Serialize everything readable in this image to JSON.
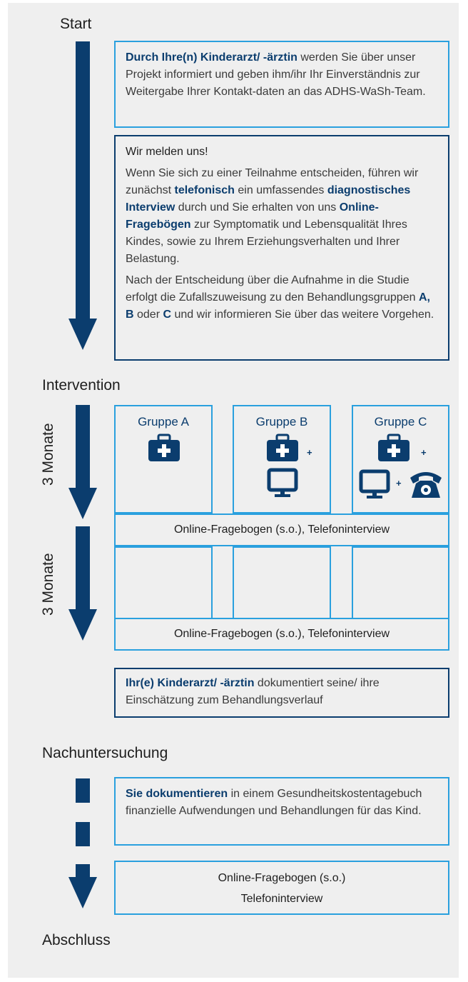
{
  "headings": {
    "start": "Start",
    "intervention": "Intervention",
    "followup": "Nachuntersuchung",
    "end": "Abschluss"
  },
  "box1": {
    "bold": "Durch Ihre(n) Kinderarzt/ -ärztin",
    "text": " werden Sie über unser Projekt informiert und geben ihm/ihr Ihr Einverständnis zur Weitergabe Ihrer Kontakt-daten an das ADHS-WaSh-Team."
  },
  "box2": {
    "title": "Wir melden uns!",
    "p1_a": "Wenn Sie sich zu einer Teilnahme entscheiden, führen wir zunächst ",
    "p1_b": "telefonisch",
    "p1_c": " ein umfassendes ",
    "p1_d": "diagnostisches Interview",
    "p1_e": " durch und Sie erhalten von uns ",
    "p1_f": "Online-Fragebögen",
    "p1_g": " zur Symptomatik und Lebensqualität Ihres Kindes, sowie zu Ihrem Erziehungsverhalten und Ihrer Belastung.",
    "p2_a": "Nach der Entscheidung über die Aufnahme in die Studie erfolgt die Zufallszuweisung zu den Behandlungsgruppen ",
    "p2_b": "A, B",
    "p2_c": " oder ",
    "p2_d": "C",
    "p2_e": " und wir informieren Sie über das weitere Vorgehen."
  },
  "months_label": "3 Monate",
  "plus_sign": "+",
  "groups": [
    "Gruppe A",
    "Gruppe B",
    "Gruppe C"
  ],
  "online_row_1": "Online-Fragebogen (s.o.), Telefoninterview",
  "online_row_2": "Online-Fragebogen (s.o.), Telefoninterview",
  "pediatrician": {
    "bold": "Ihr(e) Kinderarzt/ -ärztin",
    "text": " dokumentiert seine/ ihre Einschätzung zum Behandlungsverlauf"
  },
  "diary": {
    "bold": "Sie dokumentieren",
    "text": " in einem Gesundheitskostentagebuch finanzielle Aufwendungen und Behandlungen für das Kind."
  },
  "final_box": {
    "line1": "Online-Fragebogen (s.o.)",
    "line2": "Telefoninterview"
  },
  "icons": {
    "medkit": "medical-case-icon",
    "computer": "computer-icon",
    "phone": "telephone-icon"
  },
  "colors": {
    "navy": "#0b3d6e",
    "light_blue": "#2aa0de",
    "panel": "#efefef"
  }
}
